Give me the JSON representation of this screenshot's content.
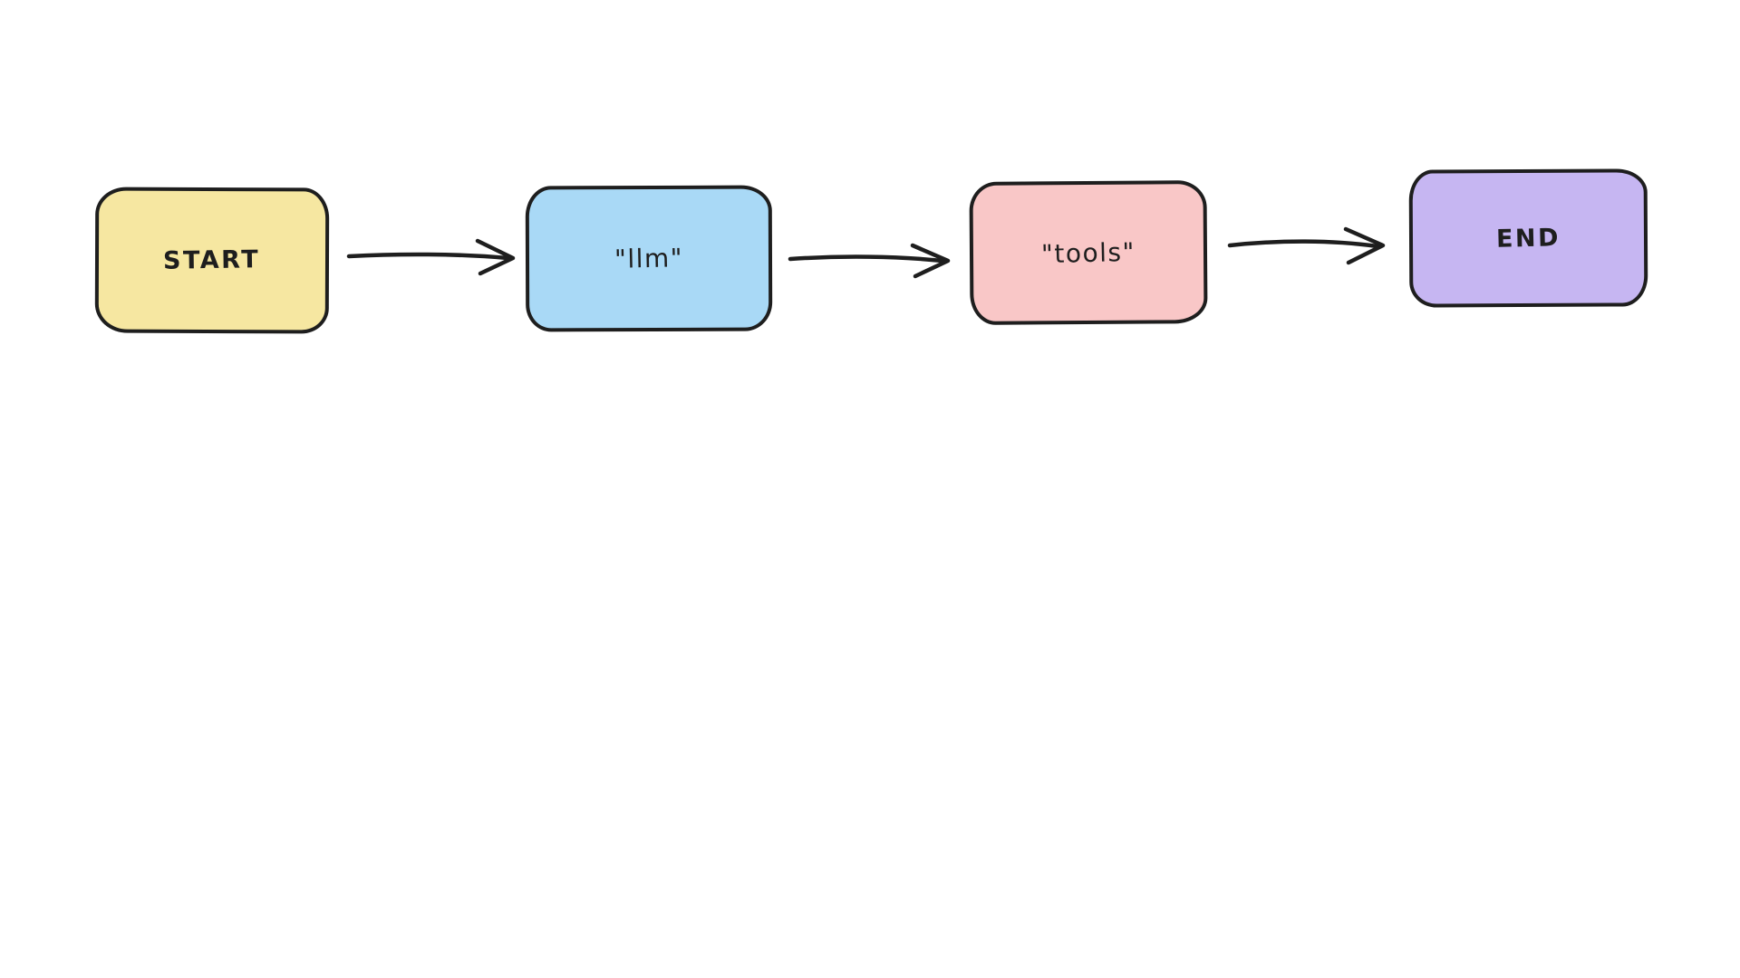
{
  "diagram": {
    "type": "flowchart",
    "style": "hand-drawn",
    "background_color": "#ffffff",
    "stroke_color": "#1e1e1e",
    "nodes": [
      {
        "id": "start",
        "label": "START",
        "fill": "#f6e7a1"
      },
      {
        "id": "llm",
        "label": "\"llm\"",
        "fill": "#a9d9f6"
      },
      {
        "id": "tools",
        "label": "\"tools\"",
        "fill": "#f9c7c7"
      },
      {
        "id": "end",
        "label": "END",
        "fill": "#c6b6f2"
      }
    ],
    "edges": [
      {
        "from": "START",
        "to": "\"llm\"",
        "direction": "right"
      },
      {
        "from": "\"llm\"",
        "to": "\"tools\"",
        "direction": "right"
      },
      {
        "from": "\"tools\"",
        "to": "END",
        "direction": "right"
      }
    ]
  }
}
